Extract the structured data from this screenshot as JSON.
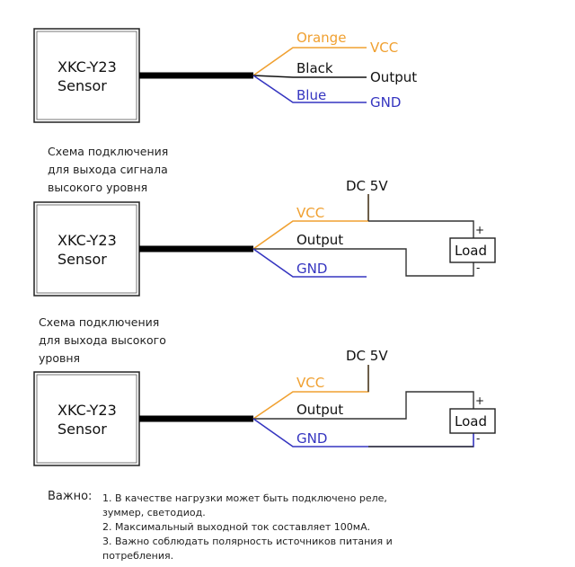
{
  "sensor": {
    "line1": "XKC-Y23",
    "line2": "Sensor"
  },
  "diagram1": {
    "orange_label": "Orange",
    "black_label": "Black",
    "blue_label": "Blue",
    "vcc": "VCC",
    "output": "Output",
    "gnd": "GND"
  },
  "diagram2": {
    "caption_lines": [
      "Схема подключения",
      "для выхода сигнала",
      "высокого уровня"
    ],
    "vcc": "VCC",
    "output": "Output",
    "gnd": "GND",
    "dc": "DC 5V",
    "load": "Load",
    "plus": "+",
    "minus": "-"
  },
  "diagram3": {
    "caption_lines": [
      "Схема подключения",
      "для выхода высокого",
      "уровня"
    ],
    "vcc": "VCC",
    "output": "Output",
    "gnd": "GND",
    "dc": "DC 5V",
    "load": "Load",
    "plus": "+",
    "minus": "-"
  },
  "notes": {
    "title": "Важно:",
    "lines": [
      "1. В качестве нагрузки может быть подключено реле,",
      "зуммер, светодиод.",
      "2. Максимальный выходной ток составляет 100мА.",
      "3. Важно соблюдать полярность источников питания и",
      "потребления."
    ]
  },
  "colors": {
    "orange": "#f0a030",
    "blue": "#3535c0",
    "black": "#000000",
    "line": "#333333"
  }
}
